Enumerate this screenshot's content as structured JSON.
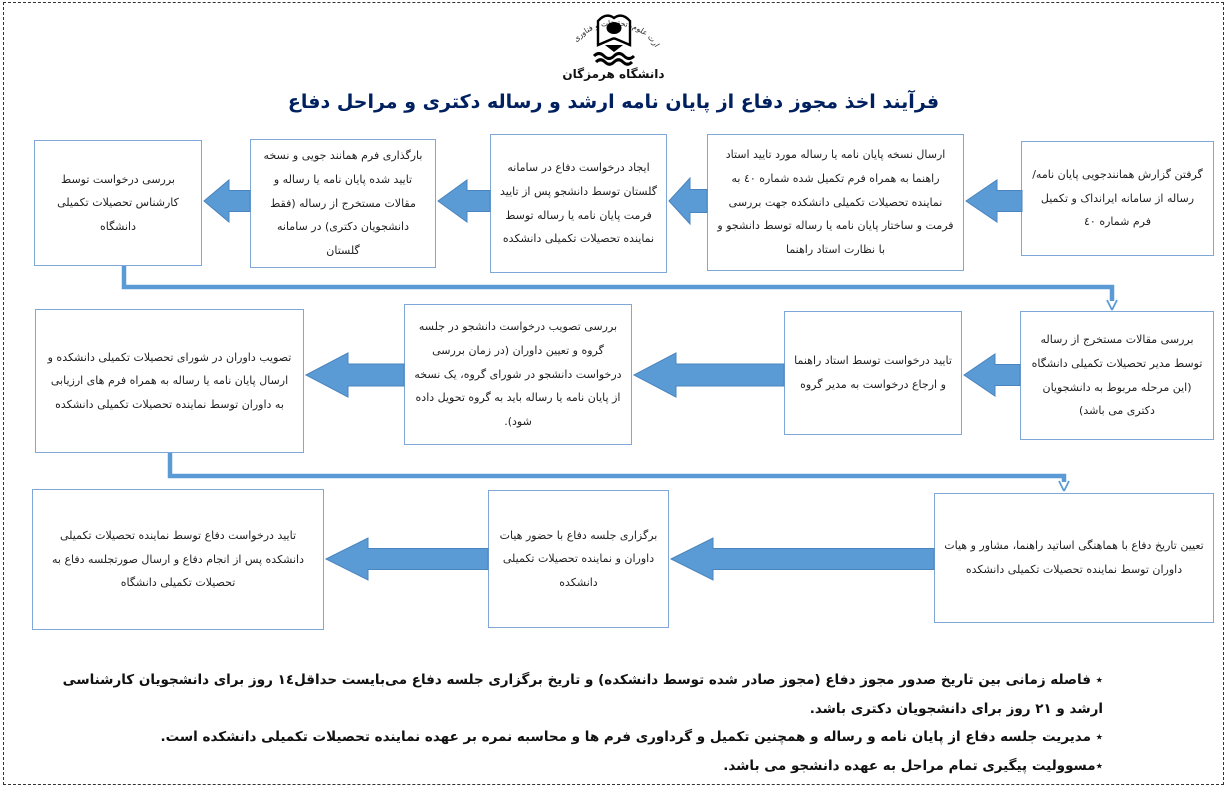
{
  "header": {
    "ministry_text": "وزارت علوم، تحقیقات و فناوری",
    "university_name": "دانشگاه هرمزگان",
    "title": "فرآیند اخذ مجوز دفاع از پایان نامه ارشد و رساله دکتری و مراحل دفاع"
  },
  "flow": {
    "rows": [
      {
        "boxes": [
          "گرفتن گزارش همانندجویی پایان نامه/ رساله از سامانه ایرانداک و تکمیل فرم شماره ٤٠",
          "ارسال نسخه پایان نامه یا رساله مورد تایید استاد راهنما به همراه فرم تکمیل شده شماره ٤٠ به نماینده تحصیلات تکمیلی دانشکده جهت بررسی فرمت و ساختار پایان نامه یا رساله توسط دانشجو و با نظارت استاد راهنما",
          "ایجاد درخواست دفاع در سامانه گلستان توسط دانشجو پس از تایید فرمت پایان نامه یا رساله توسط نماینده تحصیلات تکمیلی دانشکده",
          "بارگذاری فرم همانند جویی و نسخه تایید شده پایان نامه یا رساله و مقالات مستخرج از رساله (فقط دانشجویان دکتری) در سامانه گلستان",
          "بررسی درخواست توسط کارشناس تحصیلات تکمیلی دانشگاه"
        ]
      },
      {
        "boxes": [
          "بررسی مقالات مستخرج از رساله توسط مدیر تحصیلات تکمیلی دانشگاه (این مرحله مربوط به دانشجویان دکتری می باشد)",
          "تایید درخواست توسط استاد راهنما و ارجاع درخواست به مدیر گروه",
          "بررسی تصویب درخواست دانشجو در جلسه گروه و تعیین داوران (در زمان بررسی درخواست دانشجو در شورای گروه، یک نسخه از پایان نامه یا رساله باید به گروه تحویل داده شود).",
          "تصویب داوران در شورای تحصیلات تکمیلی دانشکده و ارسال پایان نامه یا رساله به همراه فرم های ارزیابی به داوران توسط نماینده تحصیلات تکمیلی دانشکده"
        ]
      },
      {
        "boxes": [
          "تعیین تاریخ دفاع با هماهنگی اساتید راهنما، مشاور و هیات داوران توسط نماینده تحصیلات تکمیلی دانشکده",
          "برگزاری جلسه دفاع با حضور هیات داوران و نماینده تحصیلات تکمیلی دانشکده",
          "تایید درخواست دفاع توسط نماینده تحصیلات تکمیلی دانشکده پس از انجام دفاع و ارسال صورتجلسه دفاع به تحصیلات تکمیلی دانشگاه"
        ]
      }
    ]
  },
  "notes": [
    "٭ فاصله زمانی بین تاریخ صدور مجوز دفاع (مجوز صادر شده توسط دانشکده) و تاریخ برگزاری جلسه دفاع می‌بایست حداقل١٤ روز برای دانشجویان کارشناسی ارشد و ٢١ روز برای دانشجویان دکتری باشد.",
    "٭ مدیریت جلسه دفاع از پایان نامه و رساله و همچنین تکمیل و گرداوری فرم ها و محاسبه نمره بر عهده نماینده تحصیلات تکمیلی دانشکده است.",
    "٭مسوولیت پیگیری تمام مراحل به عهده دانشجو می باشد."
  ],
  "colors": {
    "arrow_fill": "#5b9bd5",
    "arrow_edge": "#4a84bd",
    "box_border": "#7fa8d9",
    "title_text": "#002060",
    "body_text": "#1f1f1f"
  }
}
